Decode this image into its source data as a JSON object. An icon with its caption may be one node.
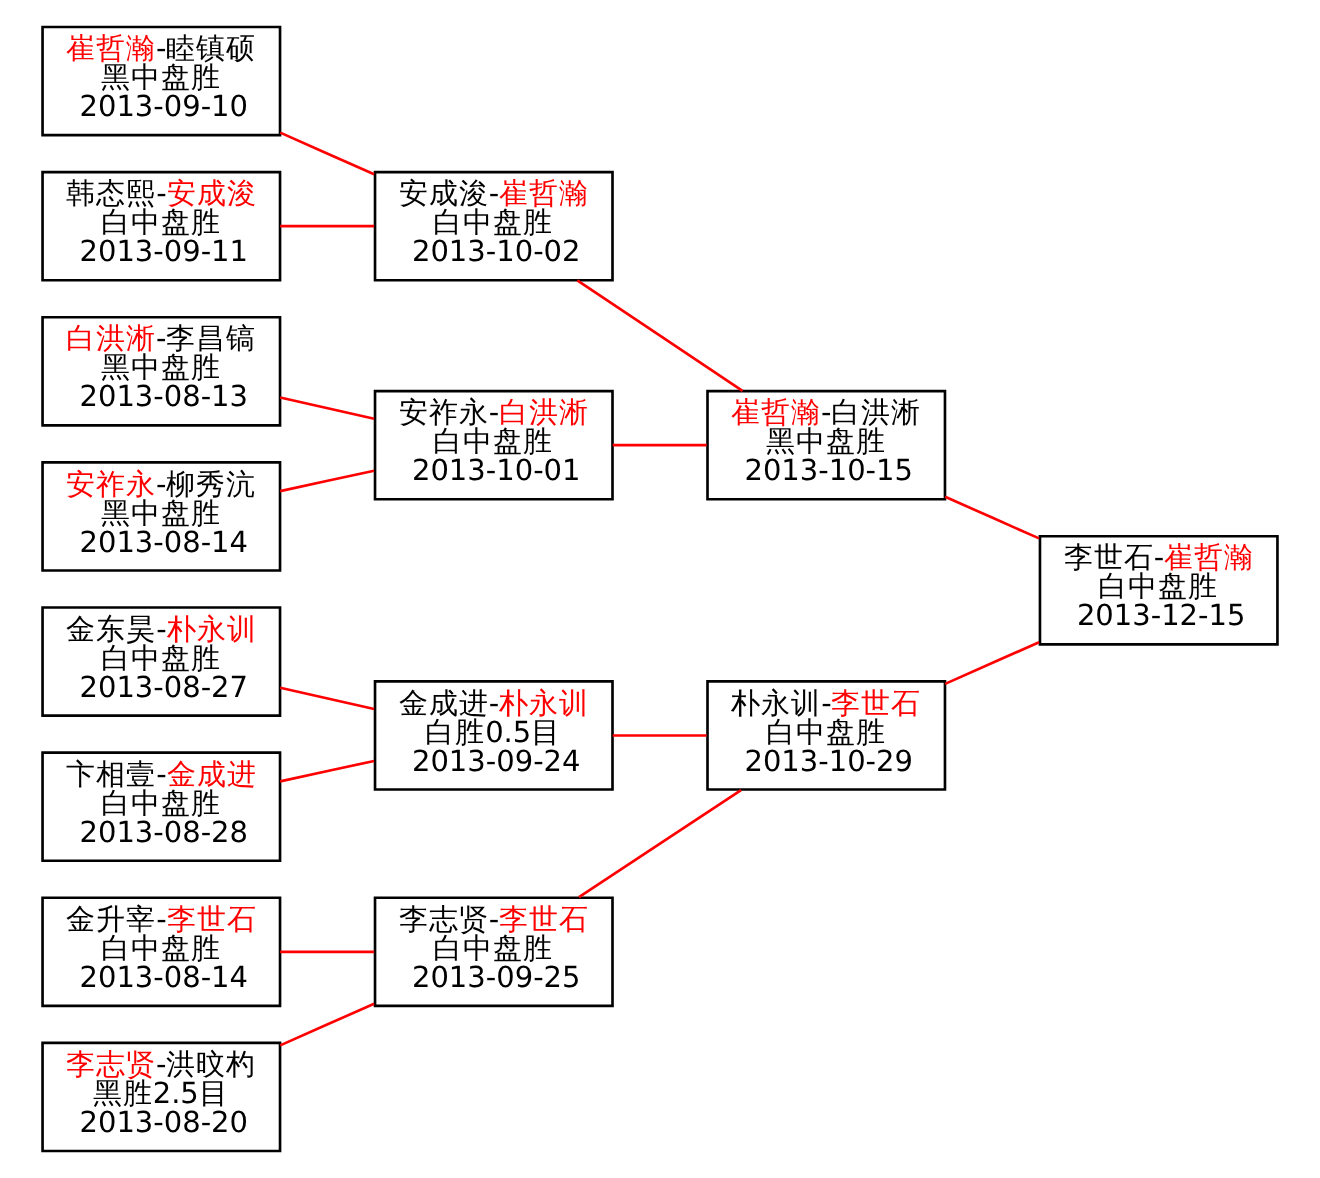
{
  "diagram": {
    "nodes": [
      {
        "text": [
          "崔哲瀚-睦镇硕",
          "黑中盘胜",
          "2013-09-10"
        ]
      },
      {
        "text": [
          "韩态熙-安成浚",
          "白中盘胜",
          "2013-09-11"
        ]
      },
      {
        "text": [
          "白洪淅-李昌镐",
          "黑中盘胜",
          "2013-08-13"
        ]
      },
      {
        "text": [
          "安祚永-柳秀沆",
          "黑中盘胜",
          "2013-08-14"
        ]
      },
      {
        "text": [
          "金升宰-李世石",
          "白中盘胜",
          "2013-08-14"
        ]
      },
      {
        "text": [
          "李志贤-洪旼杓",
          "黑胜2.5目",
          "2013-08-20"
        ]
      },
      {
        "text": [
          "金东昊-朴永训",
          "白中盘胜",
          "2013-08-27"
        ]
      },
      {
        "text": [
          "卞相壹-金成进",
          "白中盘胜",
          "2013-08-28"
        ]
      },
      {
        "text": [
          "安成浚-崔哲瀚",
          "白中盘胜",
          "2013-10-02"
        ]
      },
      {
        "text": [
          "安祚永-白洪淅",
          "白中盘胜",
          "2013-10-01"
        ]
      },
      {
        "text": [
          "李志贤-李世石",
          "白中盘胜",
          "2013-09-25"
        ]
      },
      {
        "text": [
          "金成进-朴永训",
          "白胜0.5目",
          "2013-09-24"
        ]
      },
      {
        "text": [
          "崔哲瀚-白洪淅",
          "黑中盘胜",
          "2013-10-15"
        ]
      },
      {
        "text": [
          "朴永训-李世石",
          "白中盘胜",
          "2013-10-29"
        ]
      },
      {
        "text": [
          "李世石-崔哲瀚",
          "白中盘胜",
          "2013-12-15"
        ]
      }
    ],
    "edges": [
      {
        "from": 0,
        "to": 8,
        "arrow": "none"
      },
      {
        "from": 1,
        "to": 8,
        "arrow": "none"
      },
      {
        "from": 2,
        "to": 9,
        "arrow": "none"
      },
      {
        "from": 3,
        "to": 9,
        "arrow": "none"
      },
      {
        "from": 4,
        "to": 10,
        "arrow": "none"
      },
      {
        "from": 5,
        "to": 10,
        "arrow": "none"
      },
      {
        "from": 6,
        "to": 11,
        "arrow": "none"
      },
      {
        "from": 7,
        "to": 11,
        "arrow": "none"
      },
      {
        "from": 8,
        "to": 12,
        "arrow": "none"
      },
      {
        "from": 9,
        "to": 12,
        "arrow": "none"
      },
      {
        "from": 10,
        "to": 13,
        "arrow": "none"
      },
      {
        "from": 11,
        "to": 13,
        "arrow": "none"
      },
      {
        "from": 12,
        "to": 14,
        "arrow": "none"
      },
      {
        "from": 13,
        "to": 14,
        "arrow": "none"
      }
    ]
  }
}
